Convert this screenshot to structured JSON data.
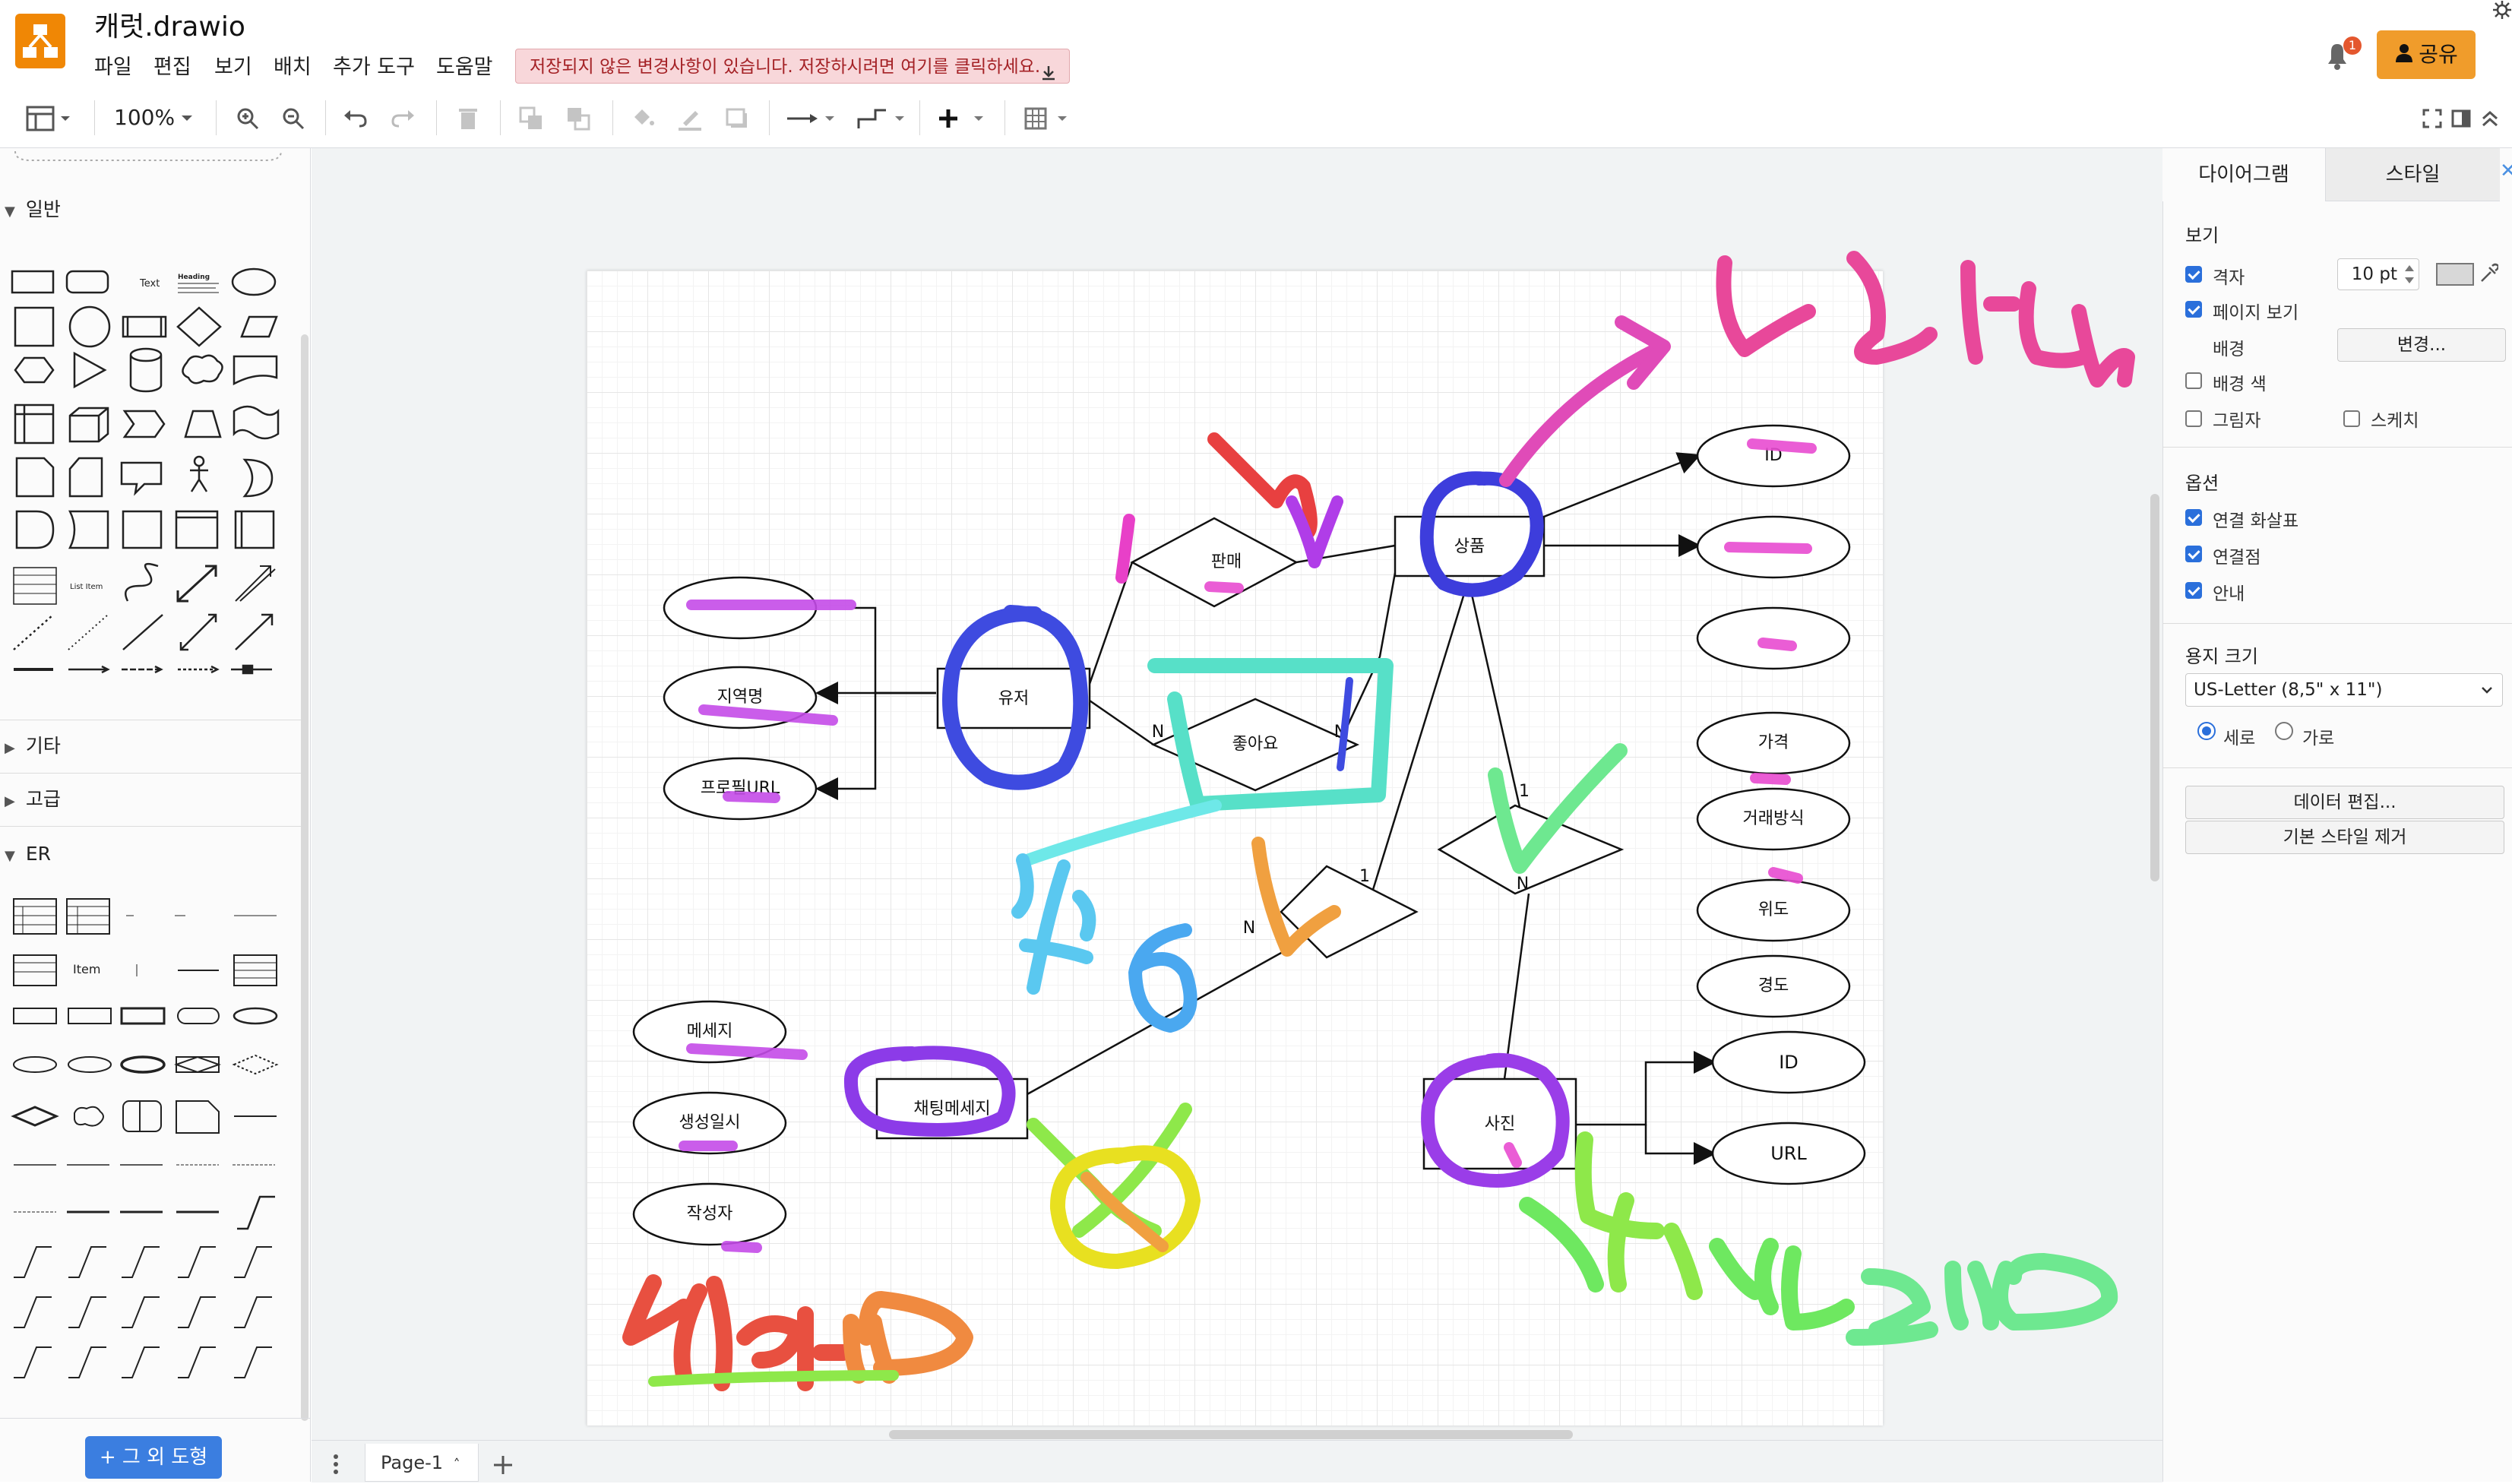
{
  "app": {
    "filename": "캐럿.drawio",
    "menu": [
      "파일",
      "편집",
      "보기",
      "배치",
      "추가 도구",
      "도움말"
    ],
    "save_banner": "저장되지 않은 변경사항이 있습니다. 저장하시려면 여기를 클릭하세요.",
    "notification_count": "1",
    "share_label": "공유"
  },
  "toolbar": {
    "zoom": "100%",
    "icons": [
      "sidebar-toggle-icon",
      "zoom-in-icon",
      "zoom-out-icon",
      "undo-icon",
      "redo-icon",
      "delete-icon",
      "to-front-icon",
      "to-back-icon",
      "fill-color-icon",
      "line-color-icon",
      "shadow-icon",
      "connection-icon",
      "waypoints-icon",
      "insert-icon",
      "table-icon",
      "fullscreen-icon",
      "format-panel-icon",
      "collapse-icon"
    ]
  },
  "sidebar": {
    "sections": [
      "일반",
      "기타",
      "고급",
      "ER"
    ],
    "general_text_labels": {
      "text": "Text",
      "heading": "Heading",
      "list_item": "List Item"
    },
    "er_item_label": "Item",
    "more_shapes_label": "+ 그 외 도형"
  },
  "diagram": {
    "entities": [
      "유저",
      "상품",
      "채팅메세지",
      "사진"
    ],
    "relationships": [
      "판매",
      "좋아요"
    ],
    "attributes_user": [
      "",
      "지역명",
      "프로필URL"
    ],
    "attributes_product": [
      "ID",
      "",
      "",
      "가격",
      "거래방식",
      "",
      "위도",
      "경도"
    ],
    "attributes_photo": [
      "ID",
      "URL"
    ],
    "attributes_message": [
      "메세지",
      "생성일시",
      "작성자"
    ],
    "cardinality": {
      "like_left": "N",
      "like_right": "N",
      "chat_rel_one": "1",
      "chat_rel_n": "N",
      "photo_rel_one": "1",
      "photo_rel_n": "N"
    }
  },
  "page_tab": "Page-1",
  "format_panel": {
    "tabs": [
      "다이어그램",
      "스타일"
    ],
    "view_title": "보기",
    "grid_label": "격자",
    "grid_size": "10 pt",
    "page_view_label": "페이지 보기",
    "background_label": "배경",
    "change_button": "변경...",
    "background_color_label": "배경 색",
    "shadow_label": "그림자",
    "sketch_label": "스케치",
    "options_title": "옵션",
    "connection_arrows_label": "연결 화살표",
    "connection_points_label": "연결점",
    "guides_label": "안내",
    "paper_size_title": "용지 크기",
    "paper_size_value": "US-Letter (8,5\" x 11\")",
    "portrait_label": "세로",
    "landscape_label": "가로",
    "edit_data_button": "데이터 편집...",
    "clear_style_button": "기본 스타일 제거",
    "checkbox_states": {
      "grid": true,
      "page_view": true,
      "background_color": false,
      "shadow": false,
      "sketch": false,
      "connection_arrows": true,
      "connection_points": true,
      "guides": true
    }
  },
  "colors": {
    "brand": "#f08705",
    "share": "#f09c2b",
    "accent_blue": "#2a6fdb",
    "banner_bg": "#f8d7da",
    "banner_text": "#a42125"
  }
}
